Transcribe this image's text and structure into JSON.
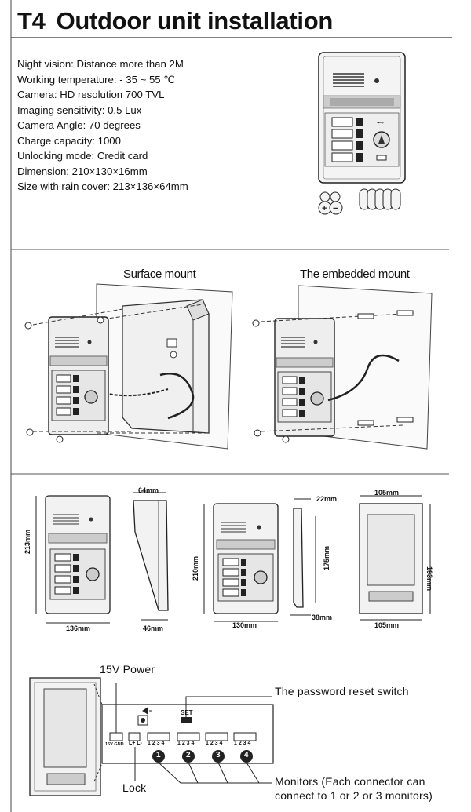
{
  "title": {
    "code": "T4",
    "text": "Outdoor unit installation"
  },
  "specs": [
    "Night vision: Distance more than 2M",
    "Working temperature: - 35 ~ 55 ℃",
    "Camera: HD resolution 700 TVL",
    "Imaging sensitivity: 0.5 Lux",
    "Camera Angle: 70 degrees",
    "Charge capacity: 1000",
    "Unlocking mode: Credit card",
    "Dimension:  210×130×16mm",
    "Size with rain cover:  213×136×64mm"
  ],
  "mounts": {
    "surface": "Surface mount",
    "embedded": "The embedded mount"
  },
  "dimensions": {
    "front_with_cover_height": "213mm",
    "front_with_cover_width": "136mm",
    "side_with_cover_depth": "64mm",
    "side_with_cover_base": "46mm",
    "front_height": "210mm",
    "front_width": "130mm",
    "side_height": "175mm",
    "side_top": "22mm",
    "side_base": "38mm",
    "back_height": "193mm",
    "back_width_top": "105mm",
    "back_width_bottom": "105mm"
  },
  "wiring": {
    "power_label": "15V Power",
    "lock_label": "Lock",
    "reset_label": "The password reset switch",
    "monitors_label_line1": "Monitors (Each connector can",
    "monitors_label_line2": "connect to 1 or 2 or 3 monitors)",
    "set_label": "SET",
    "power_pins": "15V GND",
    "lock_pins": "L+ L-",
    "monitor_pins": "1 2 3 4",
    "connectors": [
      "1",
      "2",
      "3",
      "4"
    ]
  }
}
